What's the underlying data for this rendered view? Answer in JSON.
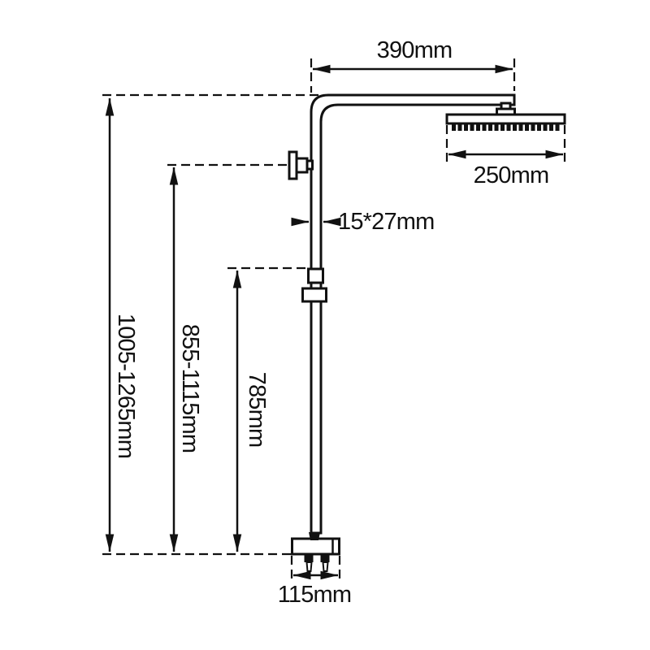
{
  "colors": {
    "line": "#111111",
    "background": "#ffffff"
  },
  "dimensions": {
    "arm_length": "390mm",
    "head_width": "250mm",
    "rail_profile": "15*27mm",
    "overall_height": "1005-1265mm",
    "outlet_height": "855-1115mm",
    "rail_height": "785mm",
    "base_width": "115mm"
  }
}
